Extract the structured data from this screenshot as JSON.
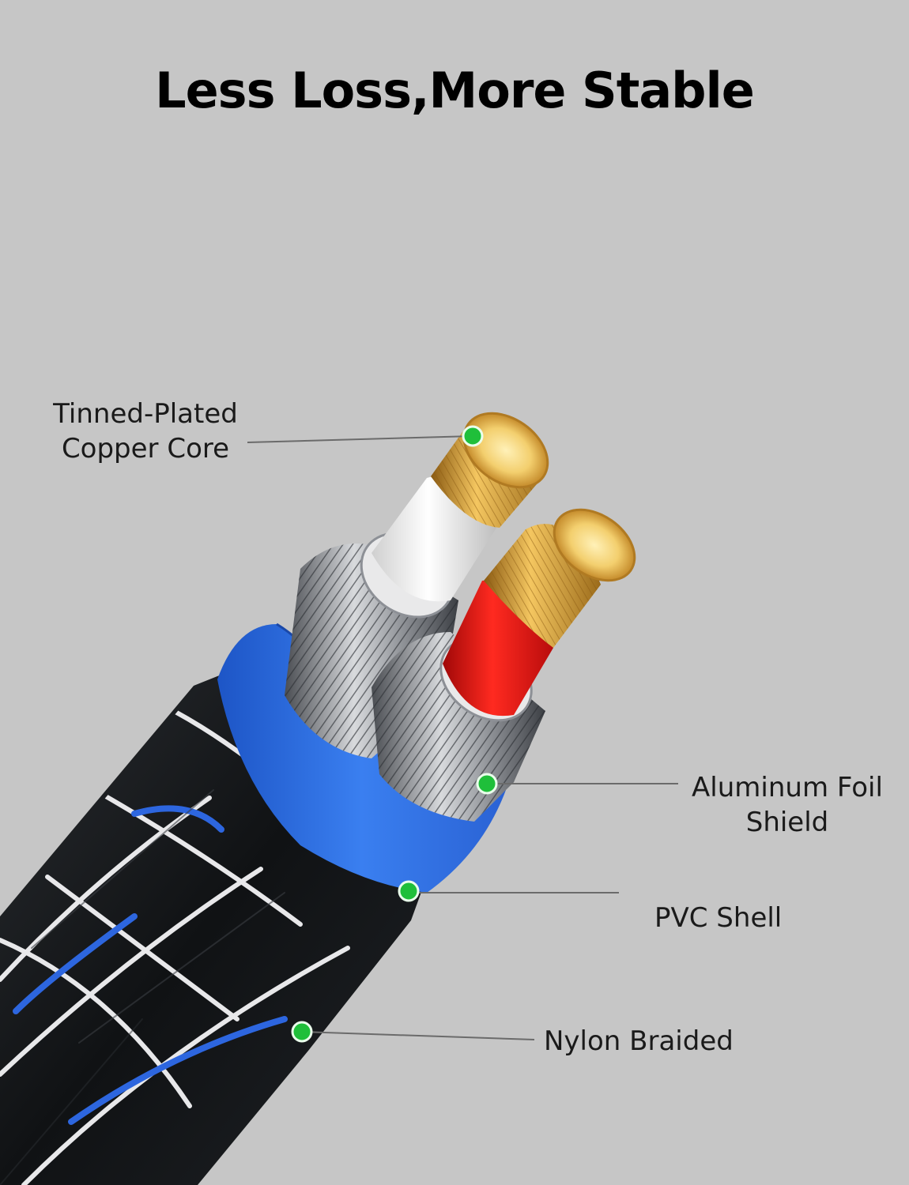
{
  "title": "Less Loss,More Stable",
  "colors": {
    "background": "#c6c6c6",
    "marker": "#1fbf3a",
    "pvc_shell": "#2f6fe0",
    "braid": "#141618",
    "core_gold": "#d9a233",
    "insulation_red": "#d9100f",
    "insulation_white": "#f2f2f2"
  },
  "callouts": {
    "core": {
      "line1": "Tinned-Plated",
      "line2": "Copper Core"
    },
    "foil": {
      "line1": "Aluminum Foil",
      "line2": "Shield"
    },
    "pvc": {
      "label": "PVC Shell"
    },
    "nylon": {
      "label": "Nylon Braided"
    }
  }
}
